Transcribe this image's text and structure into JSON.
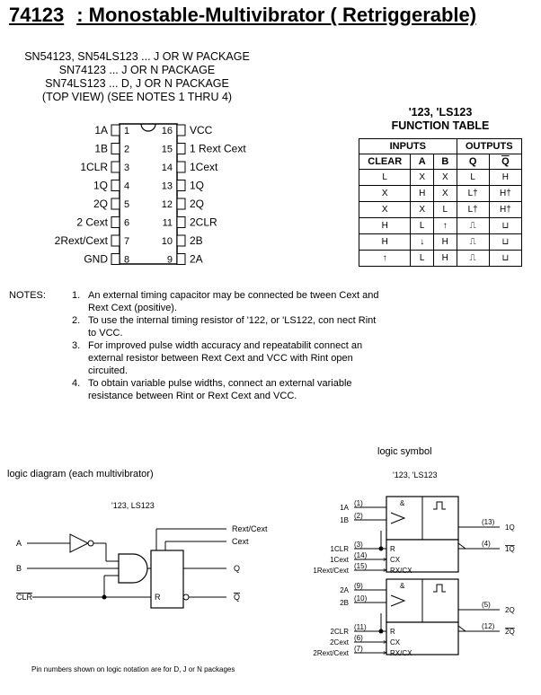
{
  "title": {
    "part": "74123",
    "desc": ": Monostable-Multivibrator ( Retriggerable)"
  },
  "packages": [
    "SN54123, SN54LS123 ... J OR W PACKAGE",
    "SN74123 ... J OR N PACKAGE",
    "SN74LS123 ... D, J OR N PACKAGE",
    "(TOP VIEW) (SEE NOTES 1 THRU 4)"
  ],
  "pinout": {
    "left": [
      {
        "num": "1",
        "name": "1A"
      },
      {
        "num": "2",
        "name": "1B"
      },
      {
        "num": "3",
        "name": "1CLR"
      },
      {
        "num": "4",
        "name": "1Q"
      },
      {
        "num": "5",
        "name": "2Q"
      },
      {
        "num": "6",
        "name": "2 Cext"
      },
      {
        "num": "7",
        "name": "2Rext/Cext"
      },
      {
        "num": "8",
        "name": "GND"
      }
    ],
    "right": [
      {
        "num": "16",
        "name": "VCC"
      },
      {
        "num": "15",
        "name": "1 Rext Cext"
      },
      {
        "num": "14",
        "name": "1Cext"
      },
      {
        "num": "13",
        "name": "1Q"
      },
      {
        "num": "12",
        "name": "2Q"
      },
      {
        "num": "11",
        "name": "2CLR"
      },
      {
        "num": "10",
        "name": "2B"
      },
      {
        "num": "9",
        "name": "2A"
      }
    ]
  },
  "function_table": {
    "title1": "'123, 'LS123",
    "title2": "FUNCTION TABLE",
    "group_inputs": "INPUTS",
    "group_outputs": "OUTPUTS",
    "headers": [
      "CLEAR",
      "A",
      "B",
      "Q",
      "Q"
    ],
    "rows": [
      [
        "L",
        "X",
        "X",
        "L",
        "H"
      ],
      [
        "X",
        "H",
        "X",
        "L†",
        "H†"
      ],
      [
        "X",
        "X",
        "L",
        "L†",
        "H†"
      ],
      [
        "H",
        "L",
        "↑",
        "⎍",
        "⊔"
      ],
      [
        "H",
        "↓",
        "H",
        "⎍",
        "⊔"
      ],
      [
        "↑",
        "L",
        "H",
        "⎍",
        "⊔"
      ]
    ]
  },
  "notes": {
    "label": "NOTES:",
    "items": [
      {
        "num": "1.",
        "text": "An external timing capacitor may be connected be tween Cext and Rext Cext (positive)."
      },
      {
        "num": "2.",
        "text": "To use the internal timing resistor of '122, or 'LS122, con nect Rint to VCC."
      },
      {
        "num": "3.",
        "text": "For improved pulse width accuracy and repeatabilit connect an external resistor between Rext Cext and VCC with Rint open circuited."
      },
      {
        "num": "4.",
        "text": "To obtain variable pulse widths, connect an external variable resistance between Rint or Rext Cext and VCC."
      }
    ]
  },
  "logic_diagram": {
    "heading": "logic diagram (each multivibrator)",
    "subtitle": "'123, LS123",
    "inputs": [
      "A",
      "B",
      "CLR"
    ],
    "outputs": [
      "Rext/Cext",
      "Cext",
      "Q",
      "Q"
    ],
    "reset_label": "R",
    "footnote": "Pin numbers shown on logic notation are for D, J or N packages"
  },
  "logic_symbol": {
    "heading": "logic symbol",
    "subtitle": "'123, 'LS123",
    "amp": "&",
    "unit1": {
      "inputs": [
        {
          "name": "1A",
          "pin": "(1)"
        },
        {
          "name": "1B",
          "pin": "(2)"
        },
        {
          "name": "1CLR",
          "pin": "(3)"
        },
        {
          "name": "1Cext",
          "pin": "(14)"
        },
        {
          "name": "1Rext/Cext",
          "pin": "(15)"
        }
      ],
      "outputs": [
        {
          "name": "1Q",
          "pin": "(13)"
        },
        {
          "name": "1Q",
          "pin": "(4)"
        }
      ]
    },
    "unit2": {
      "inputs": [
        {
          "name": "2A",
          "pin": "(9)"
        },
        {
          "name": "2B",
          "pin": "(10)"
        },
        {
          "name": "2CLR",
          "pin": "(11)"
        },
        {
          "name": "2Cext",
          "pin": "(6)"
        },
        {
          "name": "2Rext/Cext",
          "pin": "(7)"
        }
      ],
      "outputs": [
        {
          "name": "2Q",
          "pin": "(5)"
        },
        {
          "name": "2Q",
          "pin": "(12)"
        }
      ]
    },
    "labels": [
      "R",
      "CX",
      "RX/CX"
    ]
  }
}
